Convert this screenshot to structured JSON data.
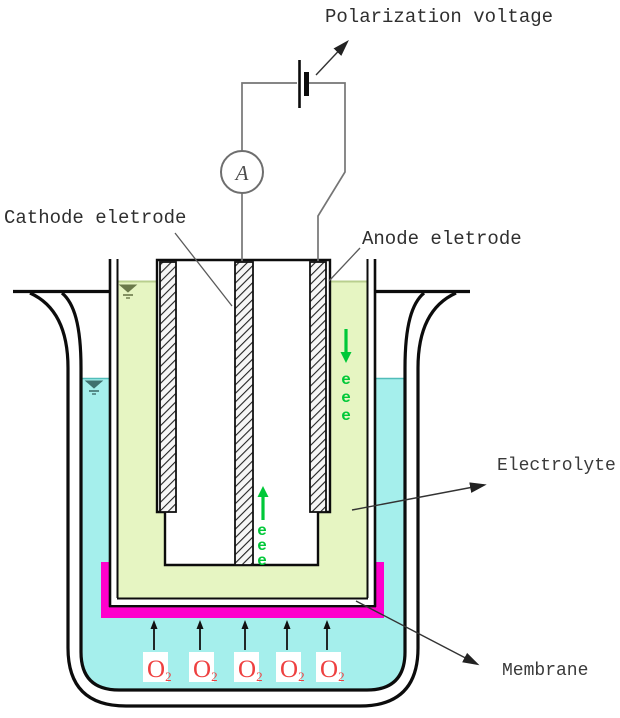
{
  "labels": {
    "polarization": "Polarization voltage",
    "cathode": "Cathode eletrode",
    "anode": "Anode eletrode",
    "electrolyte": "Electrolyte",
    "membrane": "Membrane",
    "ammeter": "A"
  },
  "electrons": {
    "right": [
      "e",
      "e",
      "e"
    ],
    "center": [
      "e",
      "e",
      "e"
    ]
  },
  "oxygen": {
    "main": "O",
    "sub": "2"
  },
  "colors": {
    "electrolyte_fill": "#e6f5c2",
    "electrolyte_surface": "#b9cf8e",
    "water_fill": "#a5efec",
    "water_surface": "#52bdb9",
    "membrane": "#ff00cc",
    "electron_green": "#00c838",
    "oxygen_red": "#ee4040"
  }
}
